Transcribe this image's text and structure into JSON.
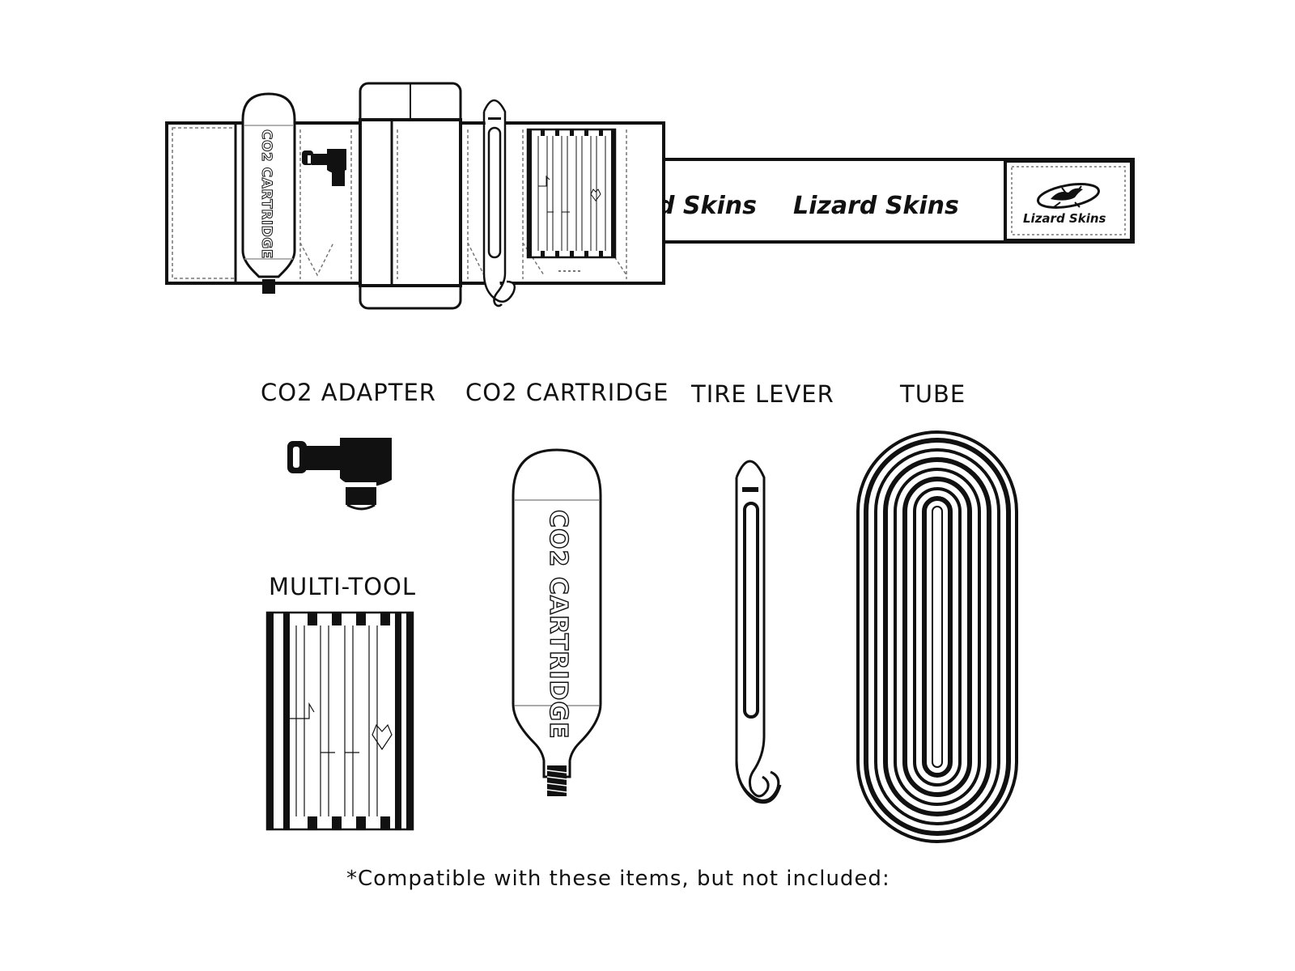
{
  "brand": {
    "name": "Lizard Skins",
    "strap_text": "Lizard Skins",
    "strap_text_cut": "d Skins",
    "logo_text": "Lizard Skins"
  },
  "pouch": {
    "cartridge_print": "CO2 CARTRIDGE"
  },
  "items": {
    "co2_adapter": {
      "label": "CO2 ADAPTER",
      "icon": "co2-adapter-icon"
    },
    "co2_cartridge": {
      "label": "CO2 CARTRIDGE",
      "print": "CO2 CARTRIDGE",
      "icon": "co2-cartridge-icon"
    },
    "tire_lever": {
      "label": "TIRE LEVER",
      "icon": "tire-lever-icon"
    },
    "tube": {
      "label": "TUBE",
      "icon": "tube-icon"
    },
    "multi_tool": {
      "label": "MULTI-TOOL",
      "icon": "multi-tool-icon"
    }
  },
  "footnote": "*Compatible with these items, but not included:",
  "colors": {
    "ink": "#111111",
    "paper": "#ffffff",
    "dash": "#777777"
  }
}
